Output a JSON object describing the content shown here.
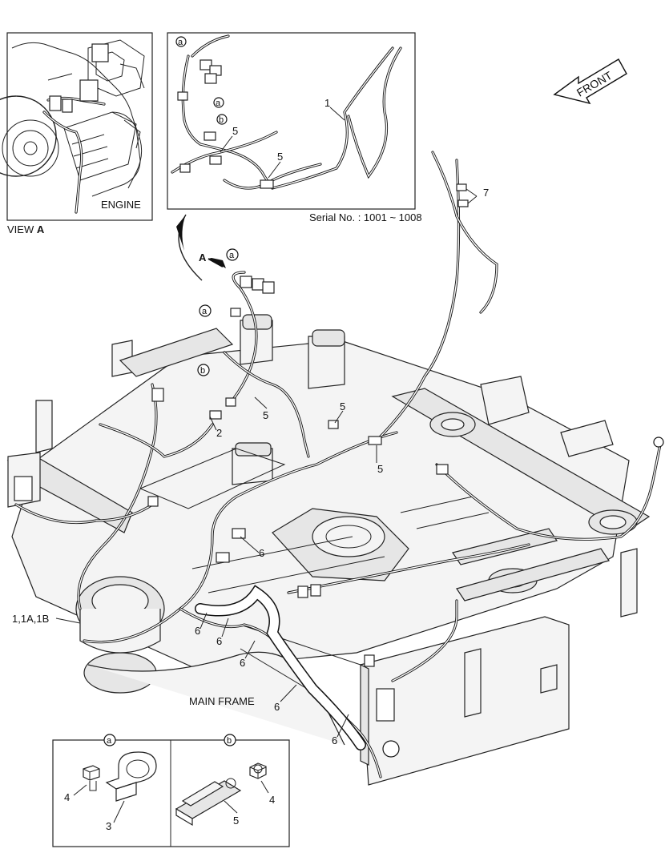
{
  "inset_engine": {
    "label": "ENGINE",
    "caption_prefix": "VIEW ",
    "caption_letter": "A"
  },
  "inset_serial": {
    "serial": "Serial No. : 1001 ~ 1008"
  },
  "front_arrow": {
    "label": "FRONT"
  },
  "main_frame_label": "MAIN FRAME",
  "view_arrow": {
    "letter": "A"
  },
  "callouts": {
    "c1": "1",
    "c1_main": "1,1A,1B",
    "c2": "2",
    "c3": "3",
    "c4": "4",
    "c5": "5",
    "c6": "6",
    "c7": "7"
  },
  "detail_markers": {
    "a": "a",
    "b": "b"
  }
}
